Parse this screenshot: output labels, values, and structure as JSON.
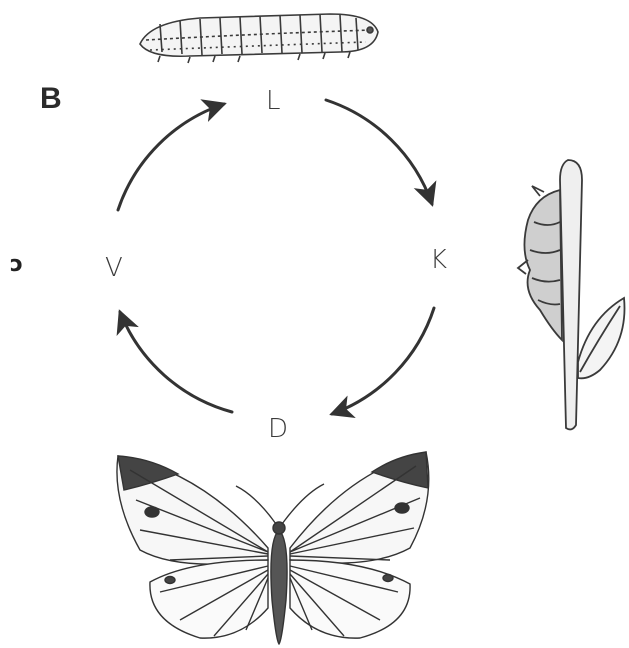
{
  "diagram": {
    "panel_label": "B",
    "edge_fragment": "ɔ",
    "stages": {
      "top": "L",
      "right": "K",
      "bottom": "D",
      "left": "V"
    },
    "cycle_direction": "clockwise",
    "illustrations": {
      "top": "caterpillar-larva",
      "right": "pupa-on-stem",
      "bottom": "adult-butterfly"
    },
    "ink_color": "#333333"
  }
}
